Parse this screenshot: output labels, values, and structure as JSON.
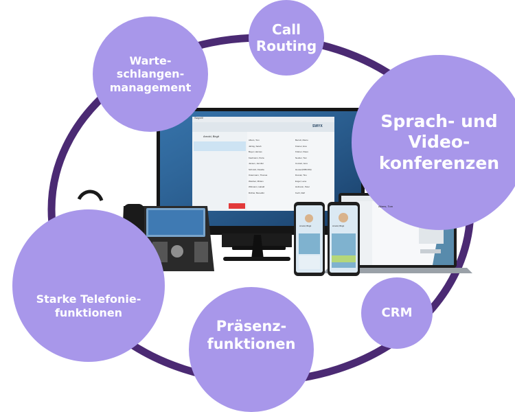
{
  "features": {
    "warteschlangen": [
      "Warte-",
      "schlangen-",
      "management"
    ],
    "call_routing": [
      "Call",
      "Routing"
    ],
    "konferenzen": [
      "Sprach- und",
      "Video-",
      "konferenzen"
    ],
    "telefonie": [
      "Starke Telefonie-",
      "funktionen"
    ],
    "praesenz": [
      "Präsenz-",
      "funktionen"
    ],
    "crm": [
      "CRM"
    ]
  },
  "screen": {
    "app_name": "SwyxIt!",
    "brand": "SWYX",
    "caller_name": "Arnold, Birgit",
    "contacts": [
      "Albers, Tom",
      "Jahnig, Sarah",
      "Beyer, Hannes",
      "Kaufmann, Petra",
      "Jansen, Jennifer",
      "Schmidt, Claudia",
      "Ostermann, Thomas",
      "Weidner, Miriam",
      "Wittmann, Harald",
      "Richter, Benedikt"
    ],
    "contacts_right": [
      "Berndt, Marco",
      "Kramer, Eva",
      "Krämer, Klaus",
      "Neuber, Tom",
      "Conrad, Jens",
      "Heuser(INBCOM)",
      "Dvorak, Tino",
      "Engel, Lena",
      "Hofmann, Peter",
      "Koch, Ralf"
    ]
  },
  "laptop": {
    "contact_name": "Albers, Tom"
  },
  "phones": {
    "name_left": "Arnold, Birgit",
    "name_right": "Arnold, Birgit"
  },
  "colors": {
    "bubble": "#a897ea",
    "ring": "#4b2a73",
    "text": "#ffffff"
  }
}
